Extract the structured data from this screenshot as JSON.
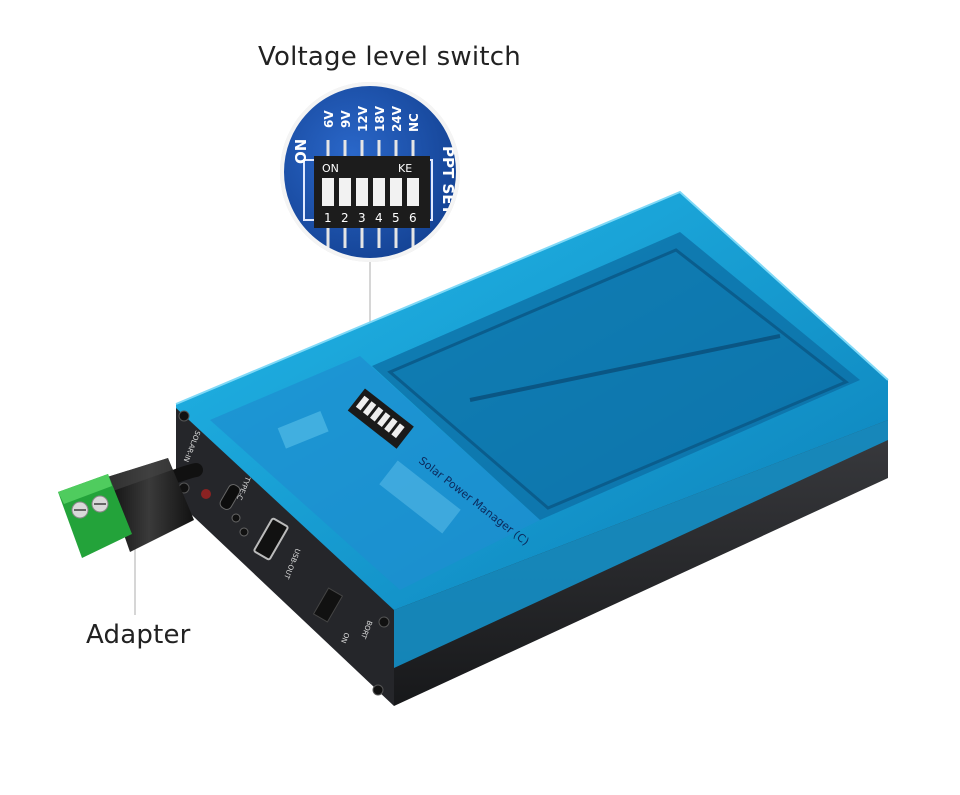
{
  "callouts": {
    "voltage_switch": "Voltage level switch",
    "adapter": "Adapter"
  },
  "switch_labels": {
    "on": "ON",
    "voltages": [
      "6V",
      "9V",
      "12V",
      "18V",
      "24V",
      "NC"
    ],
    "header_on": "ON",
    "header_ke": "KE",
    "numbers": [
      "1",
      "2",
      "3",
      "4",
      "5",
      "6"
    ],
    "side": "PPT SET"
  },
  "board": {
    "product_name": "Solar Power Manager (C)",
    "type_c": "TYPE-C",
    "usb_out": "USB-OUT",
    "solar_in": "SOLAR-IN",
    "bort": "BORT",
    "on": "ON"
  },
  "colors": {
    "enclosure_blue": "#1aa6dd",
    "aluminum": "#2a2b2e",
    "pcb_blue": "#1b54b3",
    "terminal_green": "#23a33a"
  }
}
